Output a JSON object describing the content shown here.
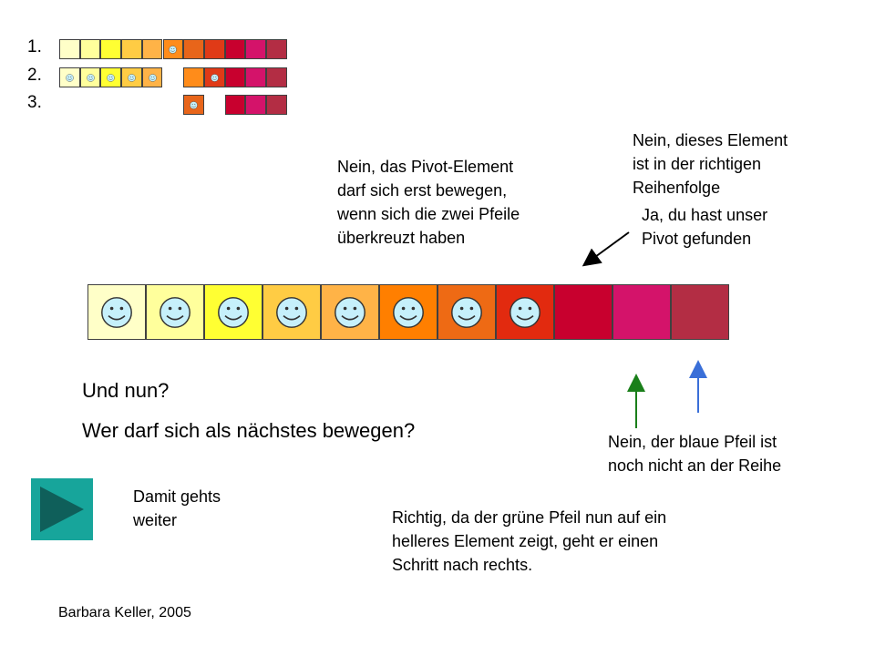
{
  "rows": [
    {
      "label": "1.",
      "cells": [
        "#ffffc8",
        "#ffff9c",
        "#ffff33",
        "#ffcc44",
        "#ffb347",
        "#ff8c1a",
        "#e8651a",
        "#e03a17",
        "#c8002e",
        "#d4136a",
        "#b32d44"
      ],
      "faces": [
        false,
        false,
        false,
        false,
        false,
        true,
        false,
        false,
        false,
        false,
        false
      ]
    },
    {
      "label": "2.",
      "cells": [
        "#ffffc8",
        "#ffff9c",
        "#ffff33",
        "#ffcc44",
        "#ffb347",
        null,
        "#ff8c1a",
        "#e03a17",
        "#c8002e",
        "#d4136a",
        "#b32d44"
      ],
      "faces": [
        true,
        true,
        true,
        true,
        true,
        false,
        false,
        true,
        false,
        false,
        false
      ]
    },
    {
      "label": "3.",
      "cells": [
        null,
        null,
        null,
        null,
        null,
        null,
        "#e8651a",
        null,
        "#c8002e",
        "#d4136a",
        "#b32d44"
      ],
      "faces": [
        false,
        false,
        false,
        false,
        false,
        false,
        true,
        false,
        false,
        false,
        false
      ]
    }
  ],
  "main_row": {
    "cells": [
      "#ffffc8",
      "#ffff9c",
      "#ffff33",
      "#ffcc44",
      "#ffb347",
      "#ff7f00",
      "#ee6a14",
      "#e22a0f",
      "#c8002e",
      "#d4136a",
      "#b32d44"
    ],
    "faces": [
      true,
      true,
      true,
      true,
      true,
      true,
      true,
      true,
      false,
      false,
      false
    ]
  },
  "face_color": "#c6f0fb",
  "texts": {
    "pivot_wait": "Nein, das Pivot-Element\ndarf sich erst bewegen,\nwenn sich die zwei Pfeile\nüberkreuzt haben",
    "correct_order": "Nein, dieses Element\nist in der richtigen\nReihenfolge",
    "found_pivot": "Ja, du hast unser\nPivot gefunden",
    "blue_not_yet": "Nein, der blaue Pfeil ist\nnoch nicht an der Reihe",
    "green_moves": "Richtig, da der grüne Pfeil nun auf ein\nhelleres Element zeigt, geht er einen\nSchritt nach rechts.",
    "next_hint": "Damit gehts\nweiter"
  },
  "question": {
    "line1": "Und nun?",
    "line2": "Wer darf sich als nächstes bewegen?"
  },
  "arrows": {
    "green": "#1a7f1a",
    "blue": "#3a6fd8",
    "black": "#000000"
  },
  "next_button": {
    "icon": "play-triangle-icon",
    "bg": "#17a59b",
    "fg": "#0f5f5a"
  },
  "footer": "Barbara Keller, 2005"
}
